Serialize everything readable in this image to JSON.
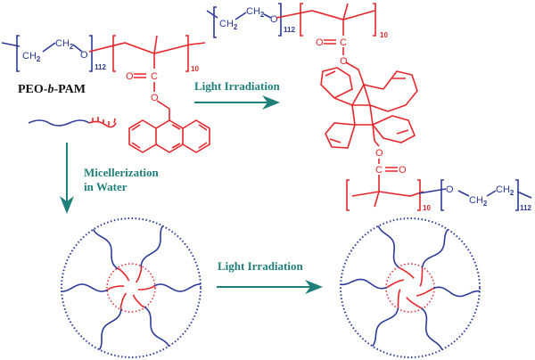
{
  "labels": {
    "polymer_name_pre": "PEO-",
    "polymer_name_b": "b",
    "polymer_name_post": "-PAM",
    "light_irradiation_top": "Light Irradiation",
    "light_irradiation_bottom": "Light Irradiation",
    "micellerization_line1": "Micellerization",
    "micellerization_line2": "in Water"
  },
  "chem": {
    "ch2": "CH",
    "two": "2",
    "o": "O",
    "c": "C",
    "peo_n": "112",
    "pam_n": "10"
  },
  "colors": {
    "peo": "#2b3a9a",
    "pam": "#e8262a",
    "arrow": "#1f7f7a"
  }
}
